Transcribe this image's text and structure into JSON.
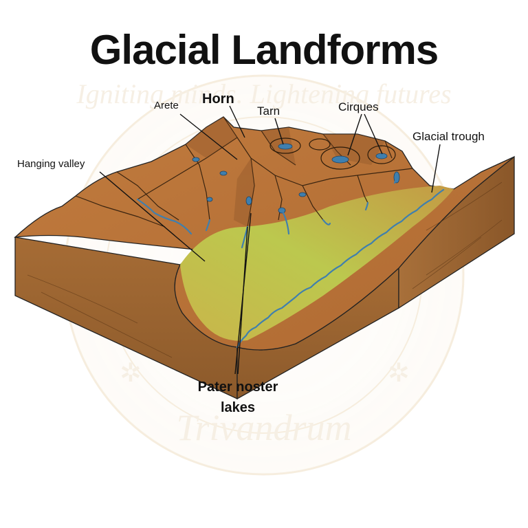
{
  "title": "Glacial Landforms",
  "labels": {
    "arete": "Arete",
    "horn": "Horn",
    "tarn": "Tarn",
    "cirques": "Cirques",
    "glacial_trough": "Glacial trough",
    "hanging_valley": "Hanging valley",
    "pater_noster_line1": "Pater noster",
    "pater_noster_line2": "lakes"
  },
  "watermark": {
    "top_text": "Igniting minds. Lightening futures",
    "bottom_text": "Trivandrum"
  },
  "colors": {
    "terrain_brown": "#b8733a",
    "terrain_dark": "#7a4a22",
    "valley_green": "#b9c84a",
    "water_blue": "#3f7fae",
    "side_brown": "#9a6330"
  }
}
